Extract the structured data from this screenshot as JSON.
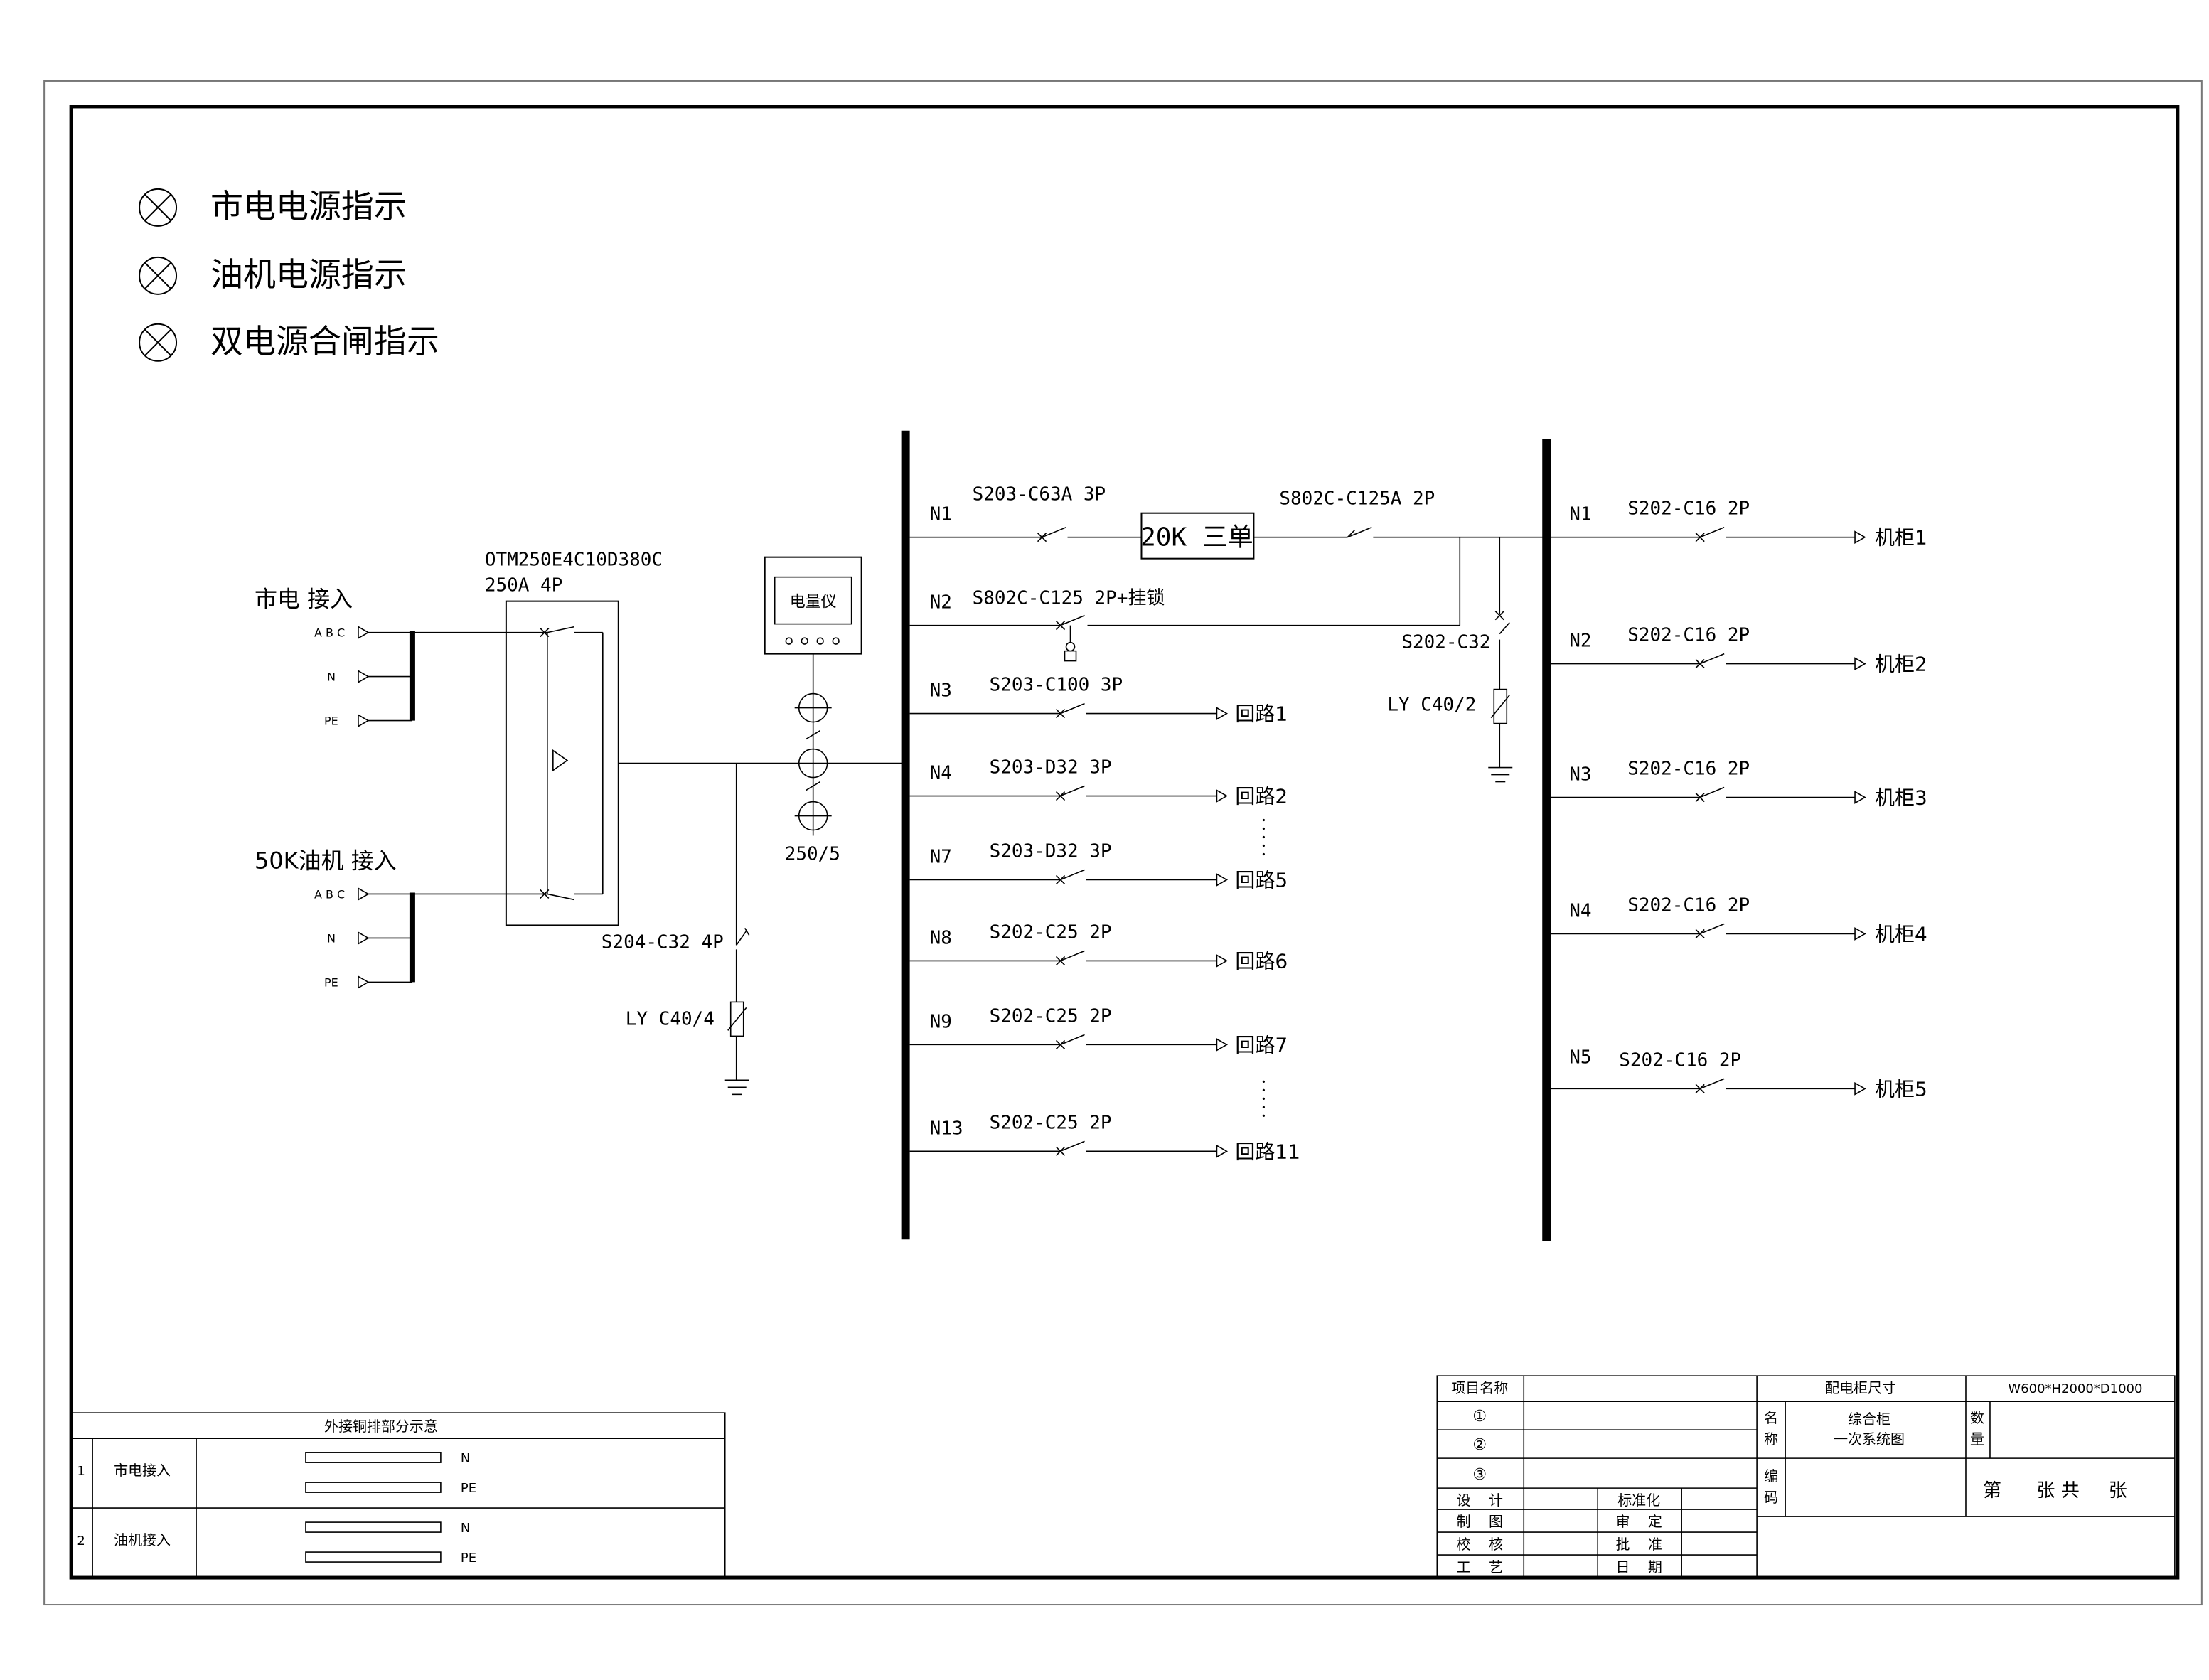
{
  "legend": {
    "items": [
      "市电电源指示",
      "油机电源指示",
      "双电源合闸指示"
    ]
  },
  "inputs": {
    "mains_label": "市电  接入",
    "gen_label": "50K油机  接入",
    "phase_label": "A B C",
    "n_label": "N",
    "pe_label": "PE"
  },
  "ats": {
    "model": "OTM250E4C10D380C",
    "rating": "250A  4P"
  },
  "spd_main": {
    "breaker": "S204-C32  4P",
    "spd": "LY  C40/4"
  },
  "meter": {
    "label": "电量仪",
    "ct_label": "250/5"
  },
  "left_bus": {
    "branches": [
      {
        "node": "N1",
        "breaker": "S203-C63A  3P"
      },
      {
        "node": "N2",
        "breaker": "S802C-C125  2P+挂锁"
      },
      {
        "node": "N3",
        "breaker": "S203-C100  3P",
        "load": "回路1"
      },
      {
        "node": "N4",
        "breaker": "S203-D32  3P",
        "load": "回路2"
      },
      {
        "node": "N7",
        "breaker": "S203-D32  3P",
        "load": "回路5"
      },
      {
        "node": "N8",
        "breaker": "S202-C25  2P",
        "load": "回路6"
      },
      {
        "node": "N9",
        "breaker": "S202-C25  2P",
        "load": "回路7"
      },
      {
        "node": "N13",
        "breaker": "S202-C25  2P",
        "load": "回路11"
      }
    ]
  },
  "ups": {
    "label": "20K 三单",
    "out_breaker": "S802C-C125A  2P"
  },
  "spd_right": {
    "breaker": "S202-C32",
    "spd": "LY  C40/2"
  },
  "right_bus": {
    "branches": [
      {
        "node": "N1",
        "breaker": "S202-C16  2P",
        "load": "机柜1"
      },
      {
        "node": "N2",
        "breaker": "S202-C16  2P",
        "load": "机柜2"
      },
      {
        "node": "N3",
        "breaker": "S202-C16  2P",
        "load": "机柜3"
      },
      {
        "node": "N4",
        "breaker": "S202-C16  2P",
        "load": "机柜4"
      },
      {
        "node": "N5",
        "breaker": "S202-C16  2P",
        "load": "机柜5"
      }
    ]
  },
  "busbar_table": {
    "title": "外接铜排部分示意",
    "rows": [
      {
        "no": "1",
        "name": "市电接入",
        "bars": [
          "N",
          "PE"
        ]
      },
      {
        "no": "2",
        "name": "油机接入",
        "bars": [
          "N",
          "PE"
        ]
      }
    ]
  },
  "title_block": {
    "project_name": "项目名称",
    "cab_size_label": "配电柜尺寸",
    "cab_size_value": "W600*H2000*D1000",
    "circ": [
      "①",
      "②",
      "③"
    ],
    "name_label_1": "名",
    "name_label_2": "称",
    "name_value_1": "综合柜",
    "name_value_2": "一次系统图",
    "qty_label_1": "数",
    "qty_label_2": "量",
    "code_label_1": "编",
    "code_label_2": "码",
    "sheet_label": "第      张 共     张",
    "roles_left": [
      "设    计",
      "制    图",
      "校    核",
      "工    艺"
    ],
    "roles_right": [
      "标准化",
      "审    定",
      "批    准",
      "日    期"
    ]
  }
}
